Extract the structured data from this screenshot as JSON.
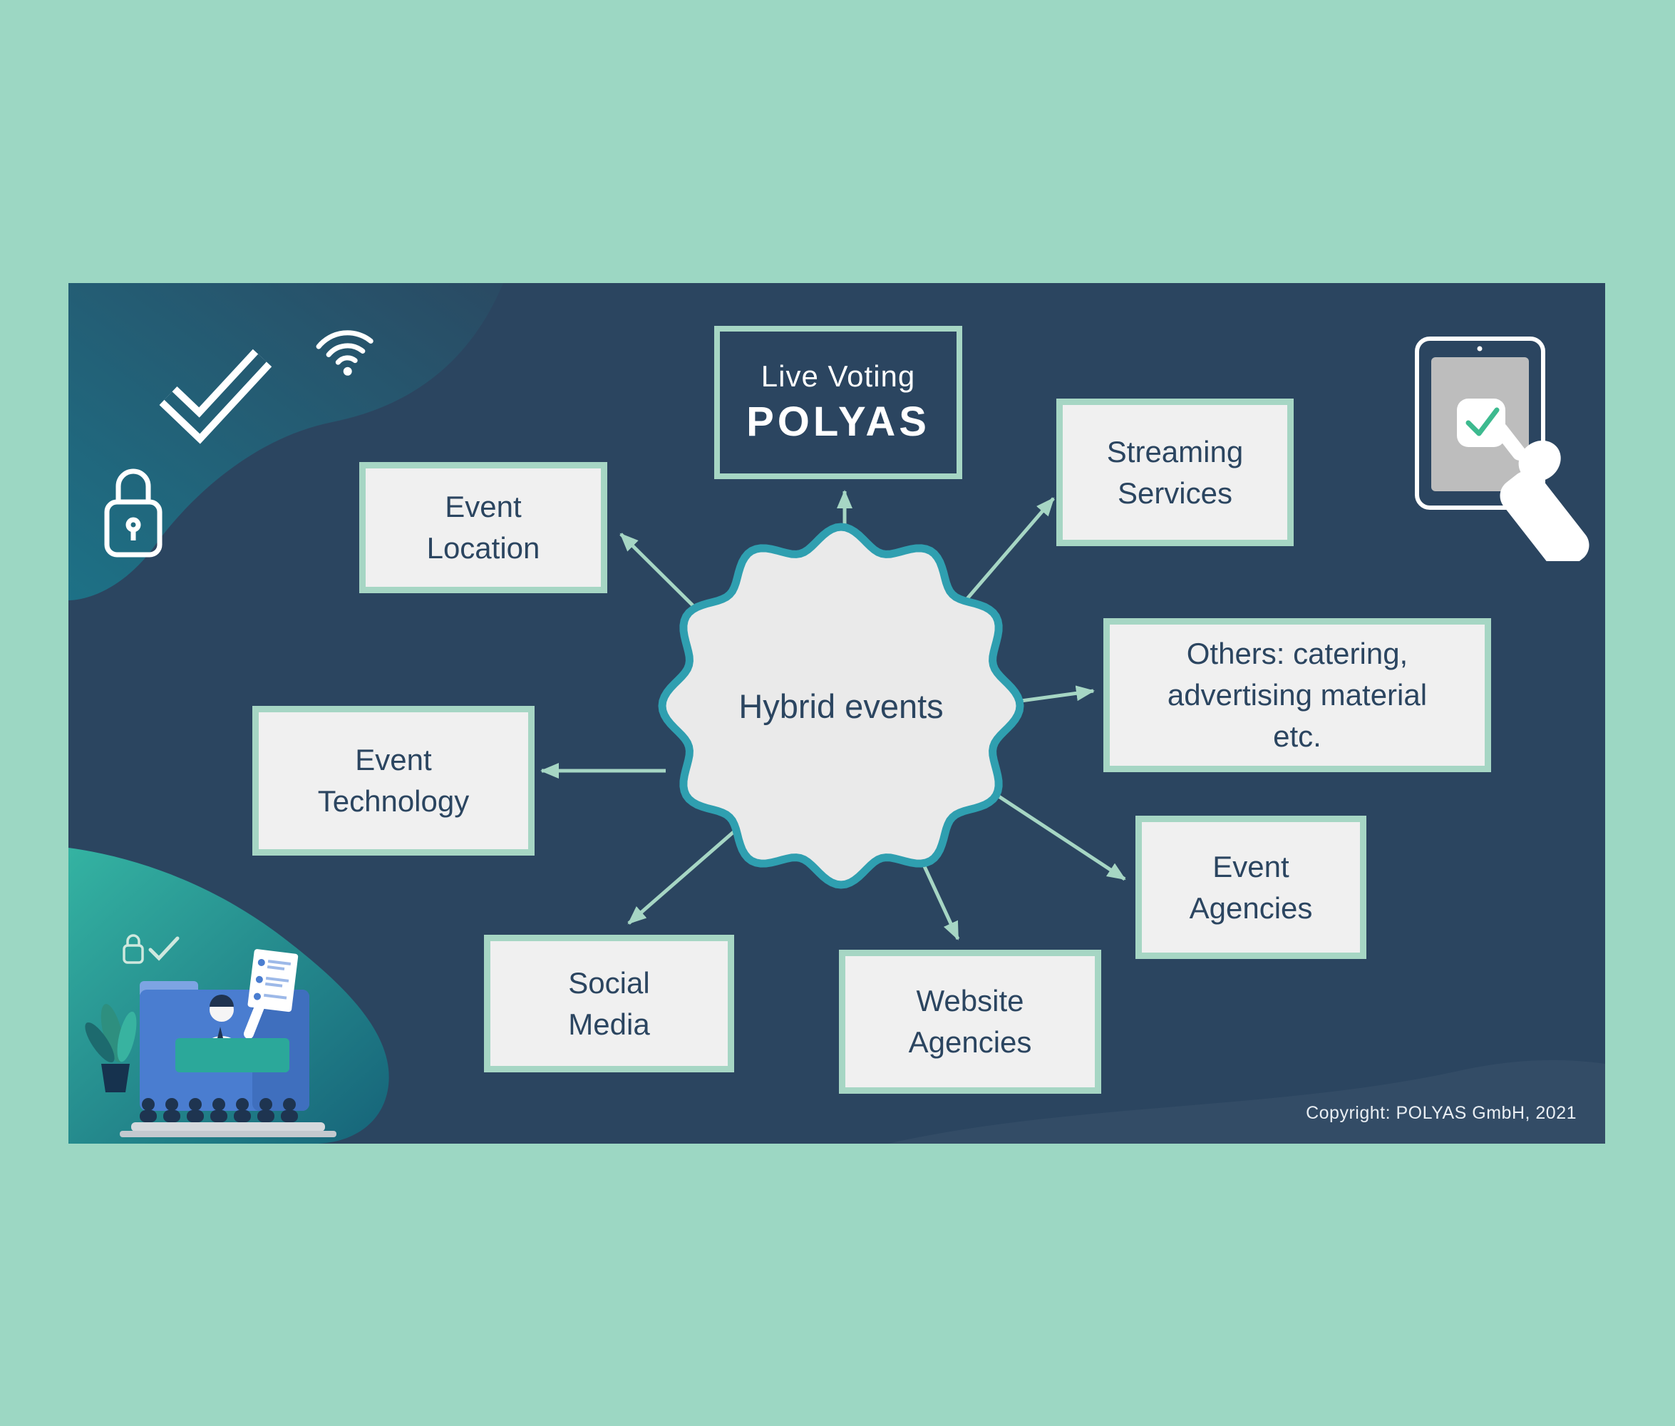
{
  "colors": {
    "page_bg": "#9cd7c3",
    "slide_bg": "#2b4560",
    "box_fill": "#f0f0f0",
    "box_border": "#a6d6c4",
    "arrow": "#a6d6c4",
    "center_fill": "#eaeaea",
    "center_border": "#2f9fb0",
    "text_navy": "#2b4560",
    "check_green": "#3dba8f",
    "illustration_blue": "#4a7dd0",
    "teal_accent": "#2ba89a"
  },
  "center": {
    "label": "Hybrid events"
  },
  "polyas_box": {
    "line1": "Live Voting",
    "line2": "POLYAS"
  },
  "nodes": [
    {
      "id": "event-location",
      "label": "Event\nLocation"
    },
    {
      "id": "streaming-services",
      "label": "Streaming\nServices"
    },
    {
      "id": "others",
      "label": "Others: catering,\nadvertising material\netc."
    },
    {
      "id": "event-technology",
      "label": "Event\nTechnology"
    },
    {
      "id": "event-agencies",
      "label": "Event\nAgencies"
    },
    {
      "id": "social-media",
      "label": "Social\nMedia"
    },
    {
      "id": "website-agencies",
      "label": "Website\nAgencies"
    }
  ],
  "footer": {
    "copyright": "Copyright: POLYAS GmbH, 2021"
  },
  "icons": {
    "check_icon": "outlined checkmark",
    "wifi_icon": "wifi signal arcs",
    "lock_icon": "padlock outline",
    "tablet_vote_icon": "tablet with checkmark app and pointing hand",
    "presenter_illustration": "presenter at desk with audience, plant, lock and check"
  }
}
